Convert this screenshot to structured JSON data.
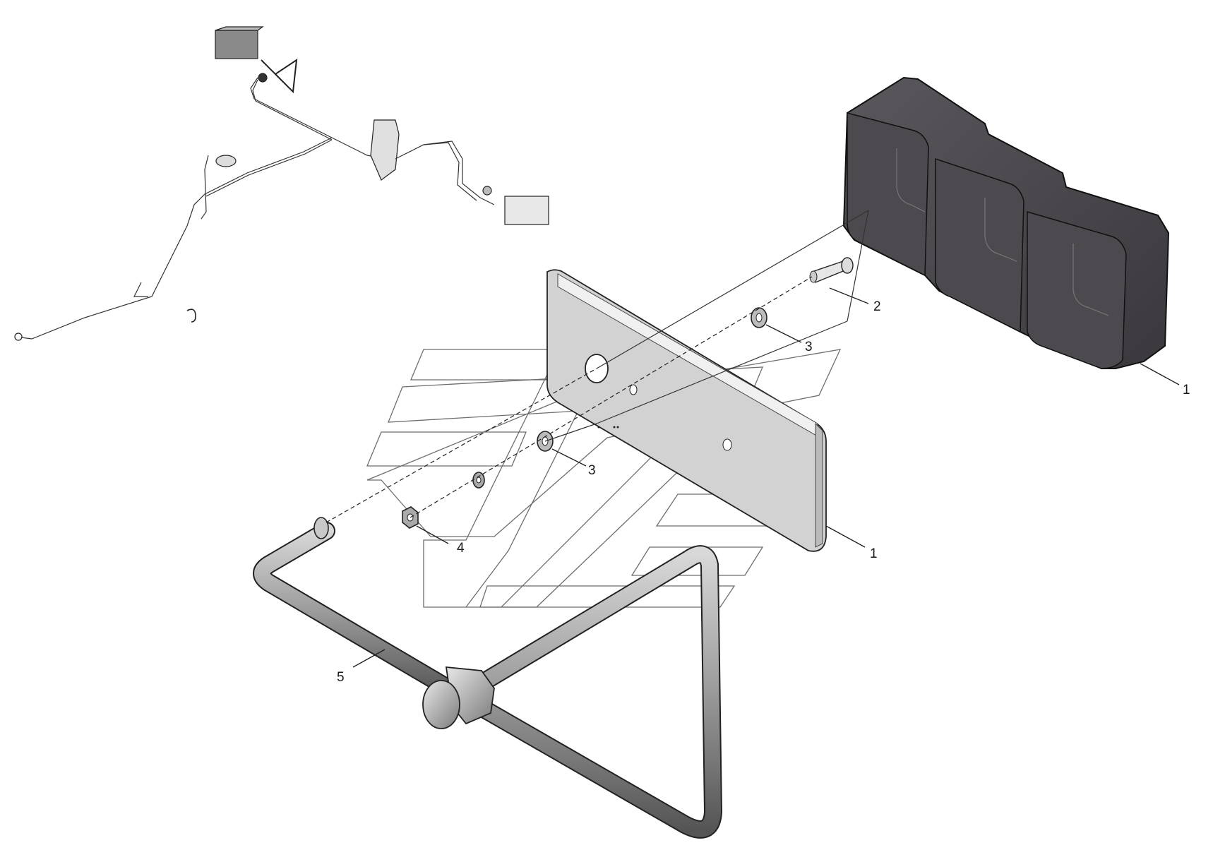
{
  "callouts": [
    {
      "id": "lamp-housing",
      "label": "1"
    },
    {
      "id": "reflector-plate",
      "label": "1"
    },
    {
      "id": "bolt",
      "label": "2"
    },
    {
      "id": "washer-upper",
      "label": "3"
    },
    {
      "id": "washer-lower",
      "label": "3"
    },
    {
      "id": "nut",
      "label": "4"
    },
    {
      "id": "bracket",
      "label": "5"
    }
  ],
  "colors": {
    "lamp_body": "#4a484c",
    "plate_fill": "#cfcfcf",
    "tube": "#9a9a9a",
    "line": "#222222",
    "watermark": "#555555"
  }
}
